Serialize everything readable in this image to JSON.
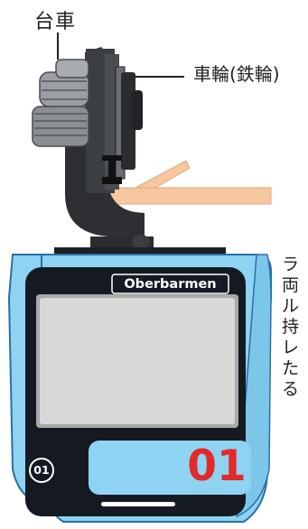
{
  "labels": {
    "bogie": "台車",
    "wheel": "車輪(鉄輪)"
  },
  "description_lines": [
    "ラ",
    "両",
    "ル",
    "持",
    "レ",
    "た",
    "る"
  ],
  "train": {
    "destination": "Oberbarmen",
    "route_badge": "01",
    "route_number": "01"
  },
  "colors": {
    "body_blue": "#8fd3f3",
    "body_outline": "#2a6fa8",
    "panel_dark": "#151a22",
    "rail_tan": "#f7c79f",
    "route_red": "#e22a2a"
  }
}
